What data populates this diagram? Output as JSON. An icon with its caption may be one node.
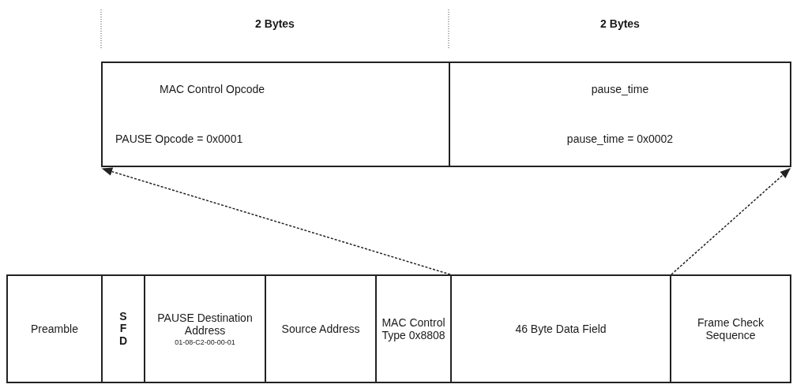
{
  "diagram": {
    "nodes": [
      {
        "text": [
          "MAC Control Opcode",
          "PAUSE Opcode = 0x0001"
        ]
      },
      {
        "text": [
          "pause_time",
          "pause_time = 0x0002"
        ]
      },
      {
        "text": [
          "Preamble"
        ]
      },
      {
        "text": [
          "SFD"
        ]
      },
      {
        "text": [
          "PAUSE Destination Address",
          "01-08-C2-00-00-01"
        ]
      },
      {
        "text": [
          "Source Address"
        ]
      },
      {
        "text": [
          "MAC Control Type 0x8808"
        ]
      },
      {
        "text": [
          "46 Byte Data Field"
        ]
      },
      {
        "text": [
          "Frame Check Sequence"
        ]
      }
    ],
    "edges": [
      {
        "from": 7,
        "to": 0,
        "arrow": "to",
        "style": "dashed"
      },
      {
        "from": 7,
        "to": 1,
        "arrow": "to",
        "style": "dashed"
      }
    ],
    "labels": [
      "2 Bytes",
      "2 Bytes"
    ]
  }
}
